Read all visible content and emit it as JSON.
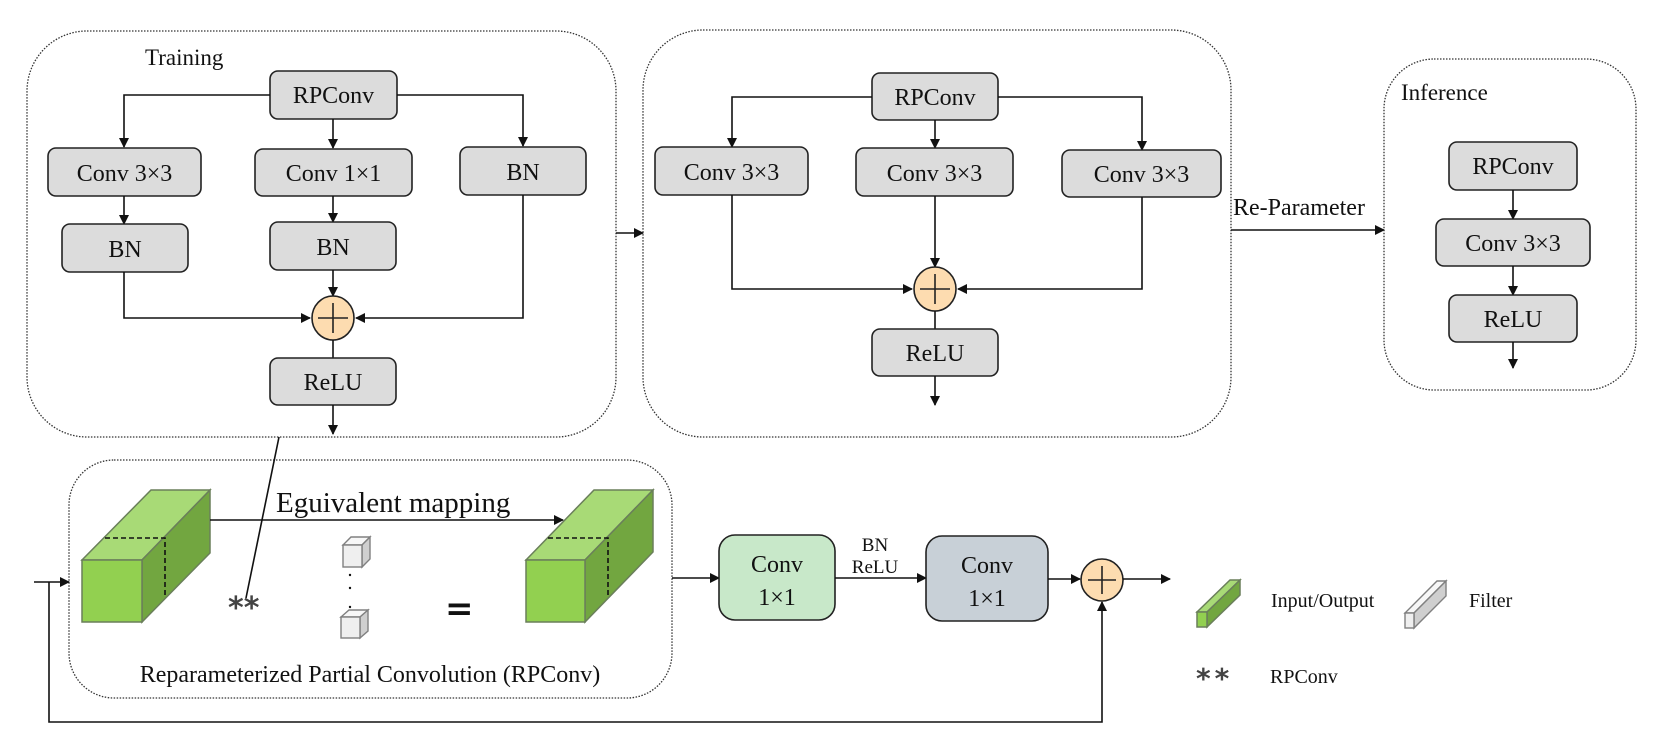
{
  "training": {
    "title": "Training",
    "rpconv": "RPConv",
    "branches": {
      "conv3x3": "Conv 3×3",
      "conv1x1": "Conv 1×1",
      "bn_identity": "BN",
      "bn_after_3x3": "BN",
      "bn_after_1x1": "BN"
    },
    "relu": "ReLU"
  },
  "intermediate": {
    "rpconv": "RPConv",
    "branches": [
      "Conv 3×3",
      "Conv 3×3",
      "Conv 3×3"
    ],
    "relu": "ReLU"
  },
  "reparam_label": "Re-Parameter",
  "inference": {
    "title": "Inference",
    "rpconv": "RPConv",
    "conv": "Conv 3×3",
    "relu": "ReLU"
  },
  "rpconv_module": {
    "caption": "Reparameterized Partial Convolution (RPConv)",
    "mapping_label": "Eguivalent mapping",
    "operator": "**",
    "equals": "="
  },
  "block": {
    "conv_a_line1": "Conv",
    "conv_a_line2": "1×1",
    "between_line1": "BN",
    "between_line2": "ReLU",
    "conv_b_line1": "Conv",
    "conv_b_line2": "1×1"
  },
  "legend": {
    "io_label": "Input/Output",
    "filter_label": "Filter",
    "op_symbol": "**",
    "op_label": "RPConv"
  },
  "colors": {
    "block_fill": "#dcdcdc",
    "sum_fill": "#fddcb0",
    "conv_green": "#c8e8c9",
    "conv_gray": "#c8d0d7",
    "tensor_green": "#92d050"
  }
}
